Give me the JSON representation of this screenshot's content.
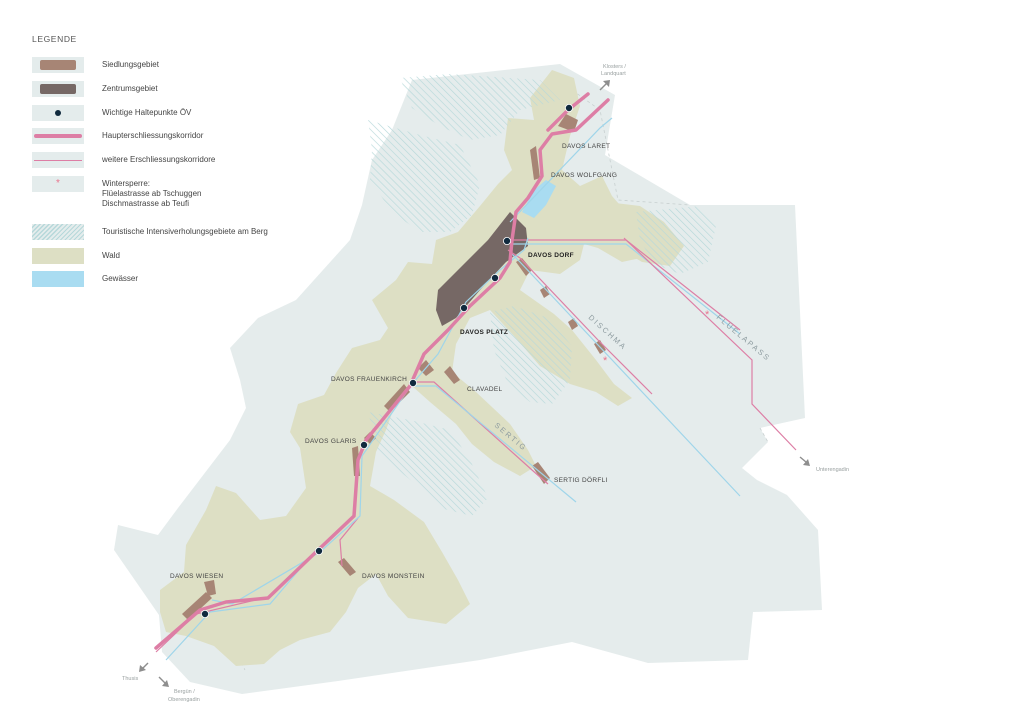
{
  "legend": {
    "title": "LEGENDE",
    "items": [
      {
        "label": "Siedlungsgebiet"
      },
      {
        "label": "Zentrumsgebiet"
      },
      {
        "label": "Wichtige Haltepunkte ÖV"
      },
      {
        "label": "Haupterschliessungskorridor"
      },
      {
        "label": "weitere Erschliessungskorridore"
      },
      {
        "label_lines": [
          "Wintersperre:",
          "Flüelastrasse ab Tschuggen",
          "Dischmastrasse ab Teufi"
        ]
      },
      {
        "label": "Touristische Intensiverholungsgebiete am Berg"
      },
      {
        "label": "Wald"
      },
      {
        "label": "Gewässer"
      }
    ]
  },
  "places": {
    "laret": "DAVOS LARET",
    "wolfgang": "DAVOS WOLFGANG",
    "dorf": "DAVOS DORF",
    "platz": "DAVOS PLATZ",
    "frauenkirch": "DAVOS FRAUENKIRCH",
    "clavadel": "CLAVADEL",
    "glaris": "DAVOS GLARIS",
    "sertig_doerfli": "SERTIG DÖRFLI",
    "monstein": "DAVOS MONSTEIN",
    "wiesen": "DAVOS WIESEN"
  },
  "valleys": {
    "dischma": "DISCHMA",
    "flueelapass": "FLÜELAPASS",
    "sertig": "SERTIG"
  },
  "destinations": {
    "klosters": [
      "Klosters /",
      "Landquart"
    ],
    "unterengadin": "Unterengadin",
    "thusis": "Thusis",
    "berguen": [
      "Bergün /",
      "Oberengadin"
    ]
  },
  "colors": {
    "territory": "#e5ecec",
    "forest": "#dddfc4",
    "recreation_hatch": "#b6d8da",
    "settlement": "#a78575",
    "center": "#766865",
    "stop": "#102a3e",
    "main_corridor": "#dd7ea5",
    "minor_corridor": "#dd7ea5",
    "water": "#a9dcf1",
    "winter_closure": "#e9758e",
    "rail_blue": "#9fd5ea",
    "arrow": "#8e8e8e"
  }
}
